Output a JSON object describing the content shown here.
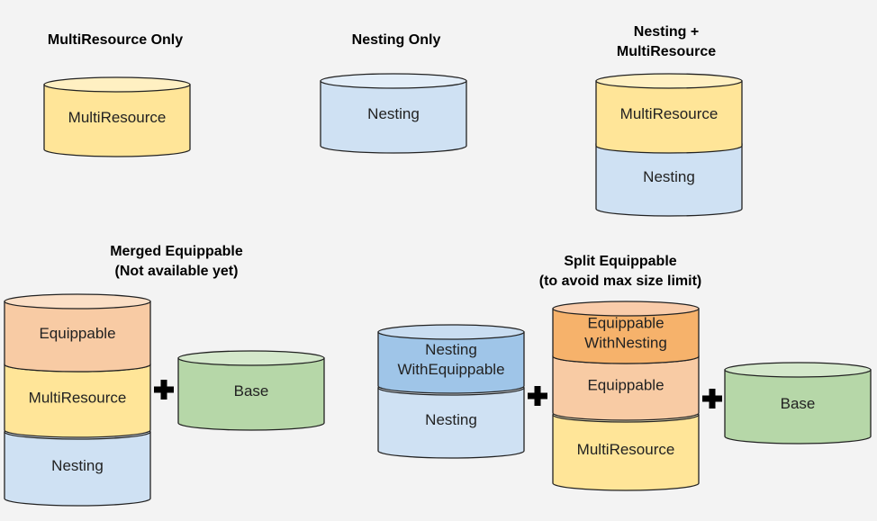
{
  "titles": {
    "multiresource_only": "MultiResource Only",
    "nesting_only": "Nesting Only",
    "nesting_multiresource": "Nesting +\nMultiResource",
    "merged_equippable": "Merged Equippable\n(Not available yet)",
    "split_equippable": "Split Equippable\n(to avoid max size limit)"
  },
  "colors": {
    "yellow": "#ffe598",
    "yellow_top": "#fff0c2",
    "blue": "#cfe1f3",
    "blue_top": "#e2edf8",
    "blue_dark": "#9fc5e8",
    "blue_dark_top": "#c9ddf1",
    "orange": "#f8cba4",
    "orange_top": "#fbdfc6",
    "orange_dark": "#f6b26b",
    "orange_dark_top": "#f9ccaa",
    "green": "#b6d7a8",
    "green_top": "#d4e8cb",
    "stroke": "#222222",
    "background": "#f3f3f3"
  },
  "stacks": [
    {
      "name": "multiresource-only-stack",
      "cylinders": [
        {
          "name": "cylinder-multiresource",
          "label": [
            "MultiResource"
          ],
          "color": "yellow"
        }
      ]
    },
    {
      "name": "nesting-only-stack",
      "cylinders": [
        {
          "name": "cylinder-nesting",
          "label": [
            "Nesting"
          ],
          "color": "blue"
        }
      ]
    },
    {
      "name": "nesting-multiresource-stack",
      "cylinders": [
        {
          "name": "cylinder-multiresource",
          "label": [
            "MultiResource"
          ],
          "color": "yellow"
        },
        {
          "name": "cylinder-nesting",
          "label": [
            "Nesting"
          ],
          "color": "blue"
        }
      ]
    },
    {
      "name": "merged-equippable-stack",
      "cylinders": [
        {
          "name": "cylinder-equippable",
          "label": [
            "Equippable"
          ],
          "color": "orange"
        },
        {
          "name": "cylinder-multiresource",
          "label": [
            "MultiResource"
          ],
          "color": "yellow"
        },
        {
          "name": "cylinder-nesting",
          "label": [
            "Nesting"
          ],
          "color": "blue"
        }
      ]
    },
    {
      "name": "merged-base-stack",
      "cylinders": [
        {
          "name": "cylinder-base",
          "label": [
            "Base"
          ],
          "color": "green"
        }
      ]
    },
    {
      "name": "split-nesting-stack",
      "cylinders": [
        {
          "name": "cylinder-nesting-with-equippable",
          "label": [
            "Nesting",
            "WithEquippable"
          ],
          "color": "blue_dark"
        },
        {
          "name": "cylinder-nesting",
          "label": [
            "Nesting"
          ],
          "color": "blue"
        }
      ]
    },
    {
      "name": "split-equippable-stack",
      "cylinders": [
        {
          "name": "cylinder-equippable-with-nesting",
          "label": [
            "Equippable",
            "WithNesting"
          ],
          "color": "orange_dark"
        },
        {
          "name": "cylinder-equippable",
          "label": [
            "Equippable"
          ],
          "color": "orange"
        },
        {
          "name": "cylinder-multiresource",
          "label": [
            "MultiResource"
          ],
          "color": "yellow"
        }
      ]
    },
    {
      "name": "split-base-stack",
      "cylinders": [
        {
          "name": "cylinder-base",
          "label": [
            "Base"
          ],
          "color": "green"
        }
      ]
    }
  ],
  "plus_count": 3
}
